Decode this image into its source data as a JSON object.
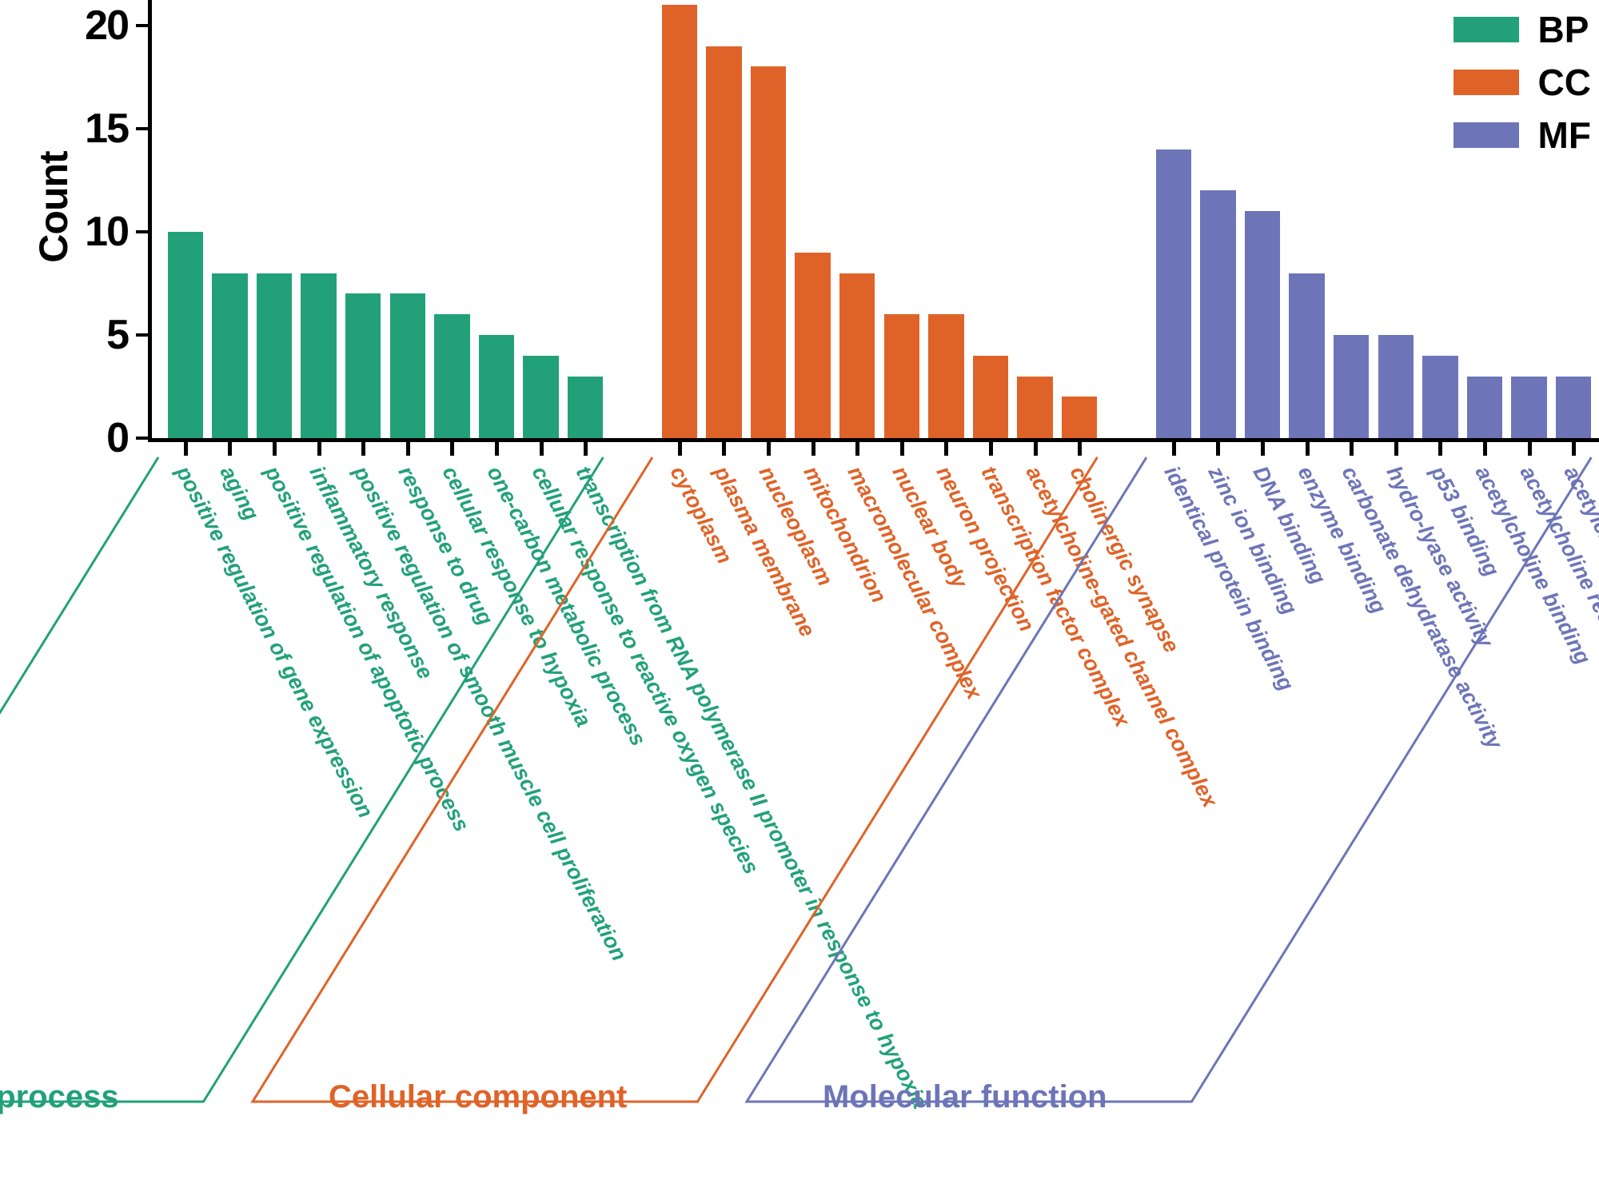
{
  "chart_data": {
    "type": "bar",
    "title": "",
    "xlabel": "",
    "ylabel": "Count",
    "ylim": [
      0,
      21
    ],
    "yticks": [
      0,
      5,
      10,
      15,
      20
    ],
    "grid": false,
    "legend_position": "top-right",
    "legend": [
      {
        "label": "BP",
        "color": "#22a179"
      },
      {
        "label": "CC",
        "color": "#df6328"
      },
      {
        "label": "MF",
        "color": "#6d75b8"
      }
    ],
    "groups": [
      {
        "key": "BP",
        "name": "Biological process",
        "color": "#22a179",
        "categories": [
          "positive regulation of gene expression",
          "aging",
          "positive regulation of apoptotic process",
          "inflammatory response",
          "positive regulation of smooth muscle cell proliferation",
          "response to drug",
          "cellular response to hypoxia",
          "one-carbon metabolic process",
          "cellular response to reactive oxygen species",
          "transcription from RNA polymerase II promoter in response to hypoxia"
        ],
        "values": [
          10,
          8,
          8,
          8,
          7,
          7,
          6,
          5,
          4,
          3
        ]
      },
      {
        "key": "CC",
        "name": "Cellular component",
        "color": "#df6328",
        "categories": [
          "cytoplasm",
          "plasma membrane",
          "nucleoplasm",
          "mitochondrion",
          "macromolecular complex",
          "nuclear body",
          "neuron projection",
          "transcription factor complex",
          "acetylcholine-gated channel complex",
          "cholinergic synapse"
        ],
        "values": [
          21,
          19,
          18,
          9,
          8,
          6,
          6,
          4,
          3,
          2
        ]
      },
      {
        "key": "MF",
        "name": "Molecular function",
        "color": "#6d75b8",
        "categories": [
          "identical protein binding",
          "zinc ion binding",
          "DNA binding",
          "enzyme binding",
          "carbonate dehydratase activity",
          "hydro-lyase activity",
          "p53 binding",
          "acetylcholine binding",
          "acetylcholine receptor activity",
          "acetylcholine-gated cation-selective channel activity"
        ],
        "values": [
          14,
          12,
          11,
          8,
          5,
          5,
          4,
          3,
          3,
          3
        ]
      }
    ]
  }
}
